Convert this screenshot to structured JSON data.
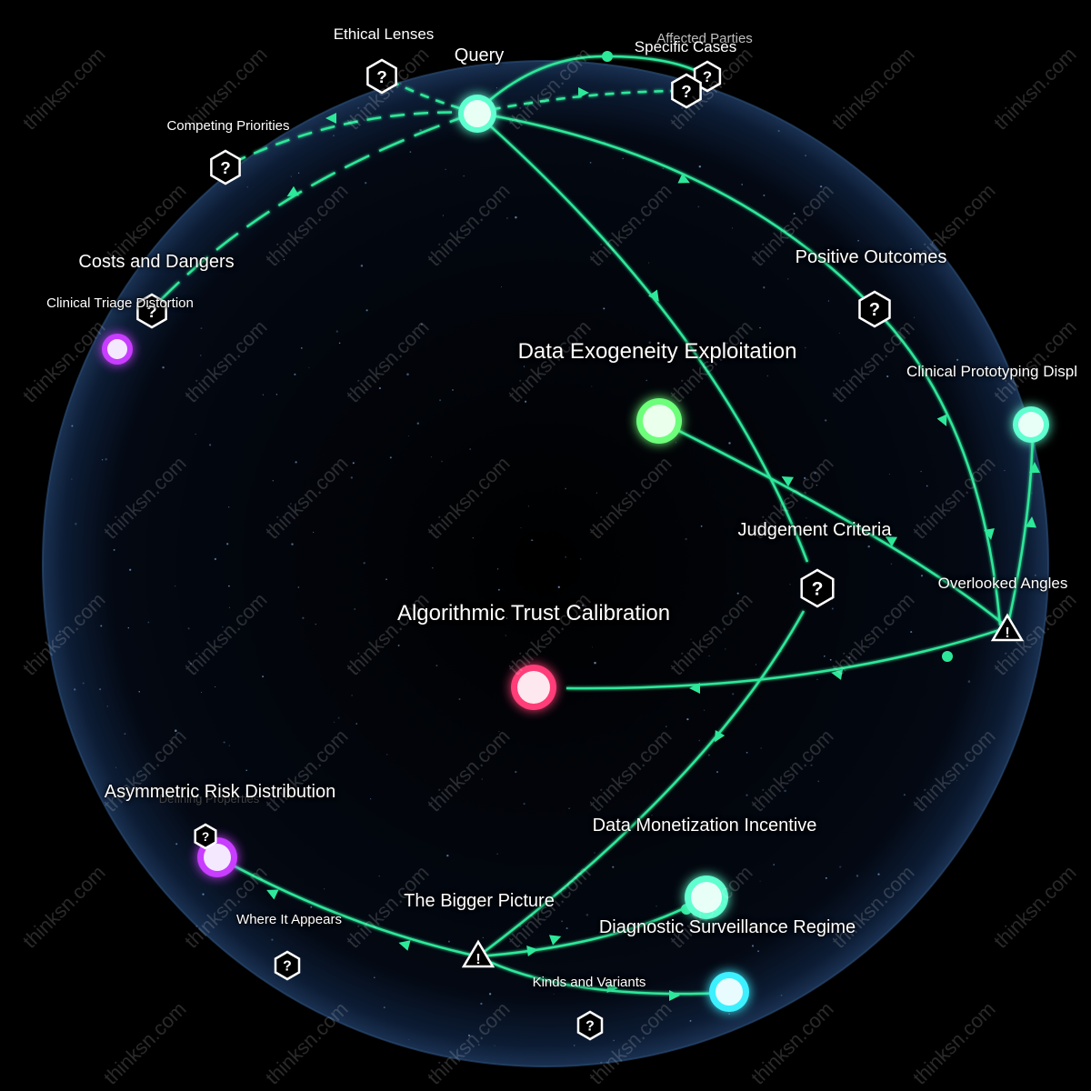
{
  "colors": {
    "background": "#000000",
    "sphere": "#0b1a2e",
    "edge": "#2ee89a",
    "node_green": "#6dff7a",
    "node_red": "#ff3c78",
    "node_purple": "#c83cff",
    "node_cyan": "#3cf0ff",
    "node_mint": "#5fffd0"
  },
  "watermark": "thinksn.com",
  "labels": {
    "query": "Query",
    "ethical_lenses": "Ethical Lenses",
    "affected_parties": "Affected Parties",
    "specific_cases": "Specific Cases",
    "competing_priorities": "Competing Priorities",
    "costs_and_dangers": "Costs and Dangers",
    "clinical_triage_distortion": "Clinical Triage Distortion",
    "positive_outcomes": "Positive Outcomes",
    "data_exogeneity_exploitation": "Data Exogeneity Exploitation",
    "clinical_prototyping": "Clinical Prototyping Displ",
    "judgement_criteria": "Judgement Criteria",
    "overlooked_angles": "Overlooked Angles",
    "algorithmic_trust_calibration": "Algorithmic Trust Calibration",
    "asymmetric_risk_distribution": "Asymmetric Risk Distribution",
    "defining_properties": "Defining Properties",
    "data_monetization_incentive": "Data Monetization Incentive",
    "the_bigger_picture": "The Bigger Picture",
    "where_it_appears": "Where It Appears",
    "diagnostic_surveillance_regime": "Diagnostic Surveillance Regime",
    "kinds_and_variants": "Kinds and Variants"
  },
  "nodes": [
    {
      "id": "query",
      "kind": "circle",
      "color": "mint"
    },
    {
      "id": "data_exogeneity_exploitation",
      "kind": "circle",
      "color": "green"
    },
    {
      "id": "algorithmic_trust_calibration",
      "kind": "circle",
      "color": "red"
    },
    {
      "id": "clinical_triage_distortion",
      "kind": "circle",
      "color": "purple"
    },
    {
      "id": "asymmetric_risk_distribution",
      "kind": "circle",
      "color": "purple"
    },
    {
      "id": "clinical_prototyping",
      "kind": "circle",
      "color": "mint"
    },
    {
      "id": "data_monetization_incentive",
      "kind": "circle",
      "color": "mint"
    },
    {
      "id": "kinds_and_variants",
      "kind": "circle",
      "color": "cyan"
    },
    {
      "id": "ethical_lenses",
      "kind": "question",
      "icon": "question-hexagon-icon"
    },
    {
      "id": "specific_cases",
      "kind": "question",
      "icon": "question-hexagon-icon"
    },
    {
      "id": "affected_parties",
      "kind": "question",
      "icon": "question-hexagon-icon"
    },
    {
      "id": "competing_priorities",
      "kind": "question",
      "icon": "question-hexagon-icon"
    },
    {
      "id": "costs_and_dangers",
      "kind": "question",
      "icon": "question-hexagon-icon"
    },
    {
      "id": "positive_outcomes",
      "kind": "question",
      "icon": "question-hexagon-icon"
    },
    {
      "id": "judgement_criteria",
      "kind": "question",
      "icon": "question-hexagon-icon"
    },
    {
      "id": "defining_properties",
      "kind": "question",
      "icon": "question-hexagon-icon"
    },
    {
      "id": "where_it_appears",
      "kind": "question",
      "icon": "question-hexagon-icon"
    },
    {
      "id": "kinds_and_variants_q",
      "kind": "question",
      "icon": "question-hexagon-icon"
    },
    {
      "id": "overlooked_angles",
      "kind": "warning",
      "icon": "warning-triangle-icon"
    },
    {
      "id": "the_bigger_picture",
      "kind": "warning",
      "icon": "warning-triangle-icon"
    }
  ],
  "edges": [
    {
      "from": "query",
      "to": "ethical_lenses",
      "style": "dashed"
    },
    {
      "from": "query",
      "to": "specific_cases",
      "style": "solid"
    },
    {
      "from": "query",
      "to": "affected_parties",
      "style": "dashed"
    },
    {
      "from": "query",
      "to": "competing_priorities",
      "style": "dashed"
    },
    {
      "from": "query",
      "to": "costs_and_dangers",
      "style": "dashed"
    },
    {
      "from": "query",
      "to": "positive_outcomes",
      "style": "solid"
    },
    {
      "from": "query",
      "to": "judgement_criteria",
      "style": "solid"
    },
    {
      "from": "positive_outcomes",
      "to": "overlooked_angles",
      "style": "solid"
    },
    {
      "from": "data_exogeneity_exploitation",
      "to": "overlooked_angles",
      "style": "solid"
    },
    {
      "from": "overlooked_angles",
      "to": "clinical_prototyping",
      "style": "solid"
    },
    {
      "from": "overlooked_angles",
      "to": "algorithmic_trust_calibration",
      "style": "solid"
    },
    {
      "from": "judgement_criteria",
      "to": "the_bigger_picture",
      "style": "solid"
    },
    {
      "from": "the_bigger_picture",
      "to": "asymmetric_risk_distribution",
      "style": "solid"
    },
    {
      "from": "the_bigger_picture",
      "to": "data_monetization_incentive",
      "style": "solid"
    },
    {
      "from": "the_bigger_picture",
      "to": "kinds_and_variants",
      "style": "solid"
    }
  ]
}
